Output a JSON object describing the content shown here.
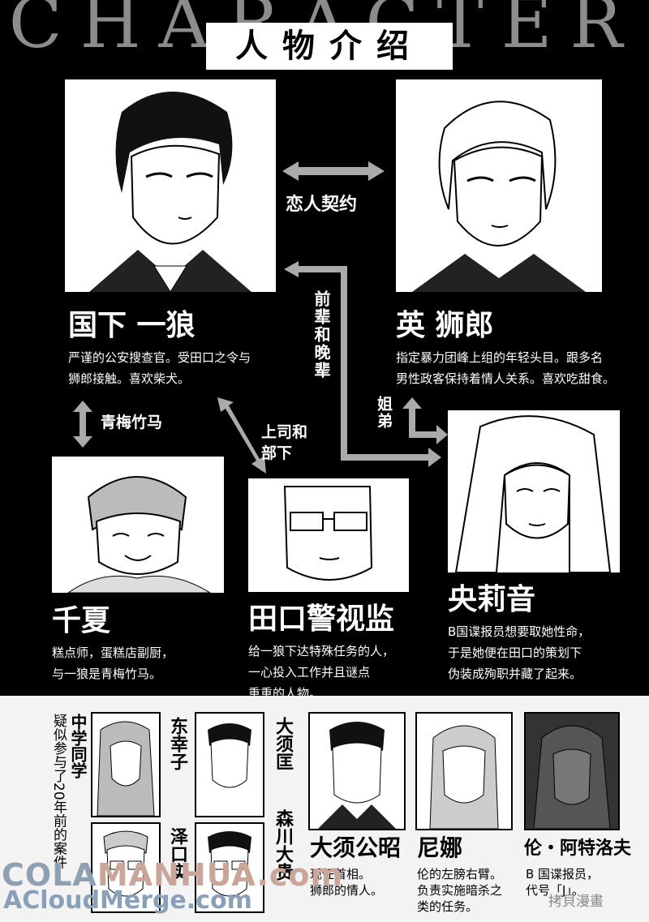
{
  "header": {
    "title_en": "CHARACTER",
    "title_cn": "人物介绍"
  },
  "characters": {
    "kunishita": {
      "name": "国下 一狼",
      "desc": [
        "严谨的公安搜查官。受田口之令与",
        "狮郎接触。喜欢柴犬。"
      ]
    },
    "hanabusa": {
      "name": "英 狮郎",
      "desc": [
        "指定暴力团峰上组的年轻头目。跟多名",
        "男性政客保持着情人关系。喜欢吃甜食。"
      ]
    },
    "chika": {
      "name": "千夏",
      "desc": [
        "糕点师，蛋糕店副厨，",
        "与一狼是青梅竹马。"
      ]
    },
    "taguchi": {
      "name": "田口警视监",
      "desc": [
        "给一狼下达特殊任务的人，",
        "一心投入工作并且谜点",
        "重重的人物。"
      ]
    },
    "ourine": {
      "name": "央莉音",
      "desc": [
        "B国谍报员想要取她性命，",
        "于是她便在田口的策划下",
        "伪装成殉职并藏了起来。"
      ]
    }
  },
  "relations": {
    "lovers": "恋人契约",
    "senior": "前辈和晚辈",
    "siblings": "姐弟",
    "childhood": "青梅竹马",
    "boss": [
      "上司和",
      "部下"
    ]
  },
  "classmates": {
    "heading": "中学同学",
    "subheading": "疑似参与了20年前的案件",
    "names": [
      "东幸子",
      "大须匡",
      "泽口实",
      "森川大贵"
    ]
  },
  "others": [
    {
      "name": "大须公昭",
      "desc": [
        "现任首相。",
        "狮郎的情人。"
      ]
    },
    {
      "name": "尼娜",
      "desc": [
        "伦的左膀右臂。",
        "负责实施暗杀之",
        "类的任务。"
      ]
    },
    {
      "name": "伦・阿特洛夫",
      "desc": [
        "B 国谍报员，",
        "代号「J」。"
      ]
    }
  ],
  "watermarks": {
    "line1_a": "COLA",
    "line1_b": "MANHUA.com",
    "line2": "ACloudMerge.com",
    "line3": "拷貝漫畫"
  }
}
